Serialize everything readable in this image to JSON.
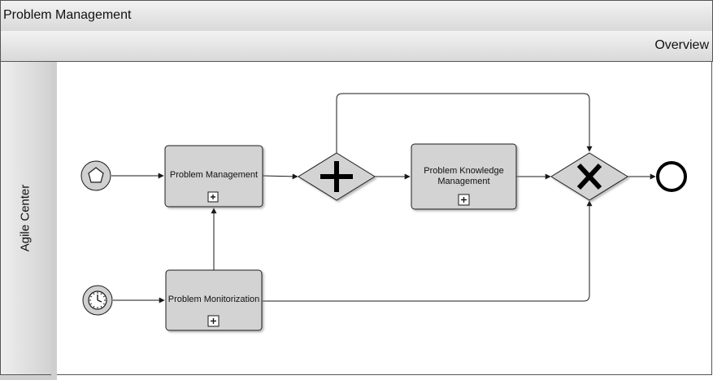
{
  "pool": {
    "title": "Problem Management"
  },
  "header": {
    "label": "Overview"
  },
  "lane": {
    "label": "Agile Center"
  },
  "diagram": {
    "tasks": [
      {
        "id": "problem-management",
        "label": "Problem Management",
        "marker": "+"
      },
      {
        "id": "problem-knowledge-management",
        "label": "Problem Knowledge Management",
        "marker": "+"
      },
      {
        "id": "problem-monitorization",
        "label": "Problem Monitorization",
        "marker": "+"
      }
    ],
    "events": [
      {
        "id": "start-event-multiple",
        "kind": "start",
        "icon": "pentagon-icon"
      },
      {
        "id": "start-event-timer",
        "kind": "start",
        "icon": "clock-icon"
      },
      {
        "id": "end-event",
        "kind": "end"
      }
    ],
    "gateways": [
      {
        "id": "parallel-gateway",
        "kind": "parallel",
        "symbol": "+"
      },
      {
        "id": "exclusive-gateway",
        "kind": "exclusive",
        "symbol": "X"
      }
    ],
    "colors": {
      "task_fill": "#d3d3d3",
      "gateway_fill": "#d3d3d3",
      "event_fill": "#d0d0d0",
      "stroke": "#1a1a1a"
    }
  }
}
